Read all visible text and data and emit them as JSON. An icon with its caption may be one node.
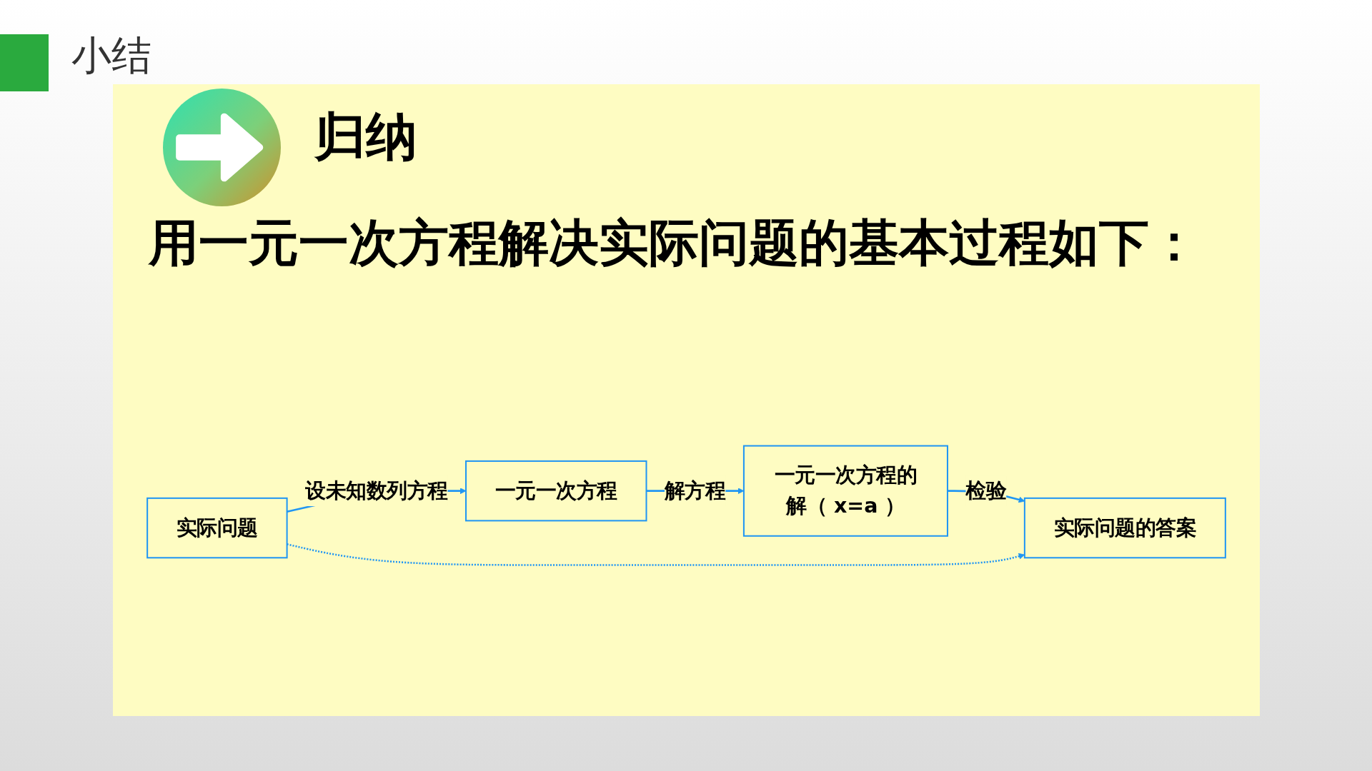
{
  "diagram": {
    "title": "小结",
    "nodes": [
      {
        "text": [
          "实际问题"
        ]
      },
      {
        "text": [
          "一元一次方程"
        ]
      },
      {
        "text": [
          "一元一次方程的解（ x=a ）"
        ]
      },
      {
        "text": [
          "实际问题的答案"
        ]
      }
    ],
    "edges": [
      {
        "from": 0,
        "to": 1,
        "arrow": "to",
        "label": "设未知数列方程"
      },
      {
        "from": 1,
        "to": 2,
        "arrow": "to",
        "label": "解方程"
      },
      {
        "from": 2,
        "to": 3,
        "arrow": "to",
        "label": "检验"
      },
      {
        "from": 0,
        "to": 3,
        "arrow": "to",
        "style": "dashed"
      }
    ],
    "labels": [
      "归纳",
      "用一元一次方程解决实际问题的基本过程如下："
    ]
  }
}
